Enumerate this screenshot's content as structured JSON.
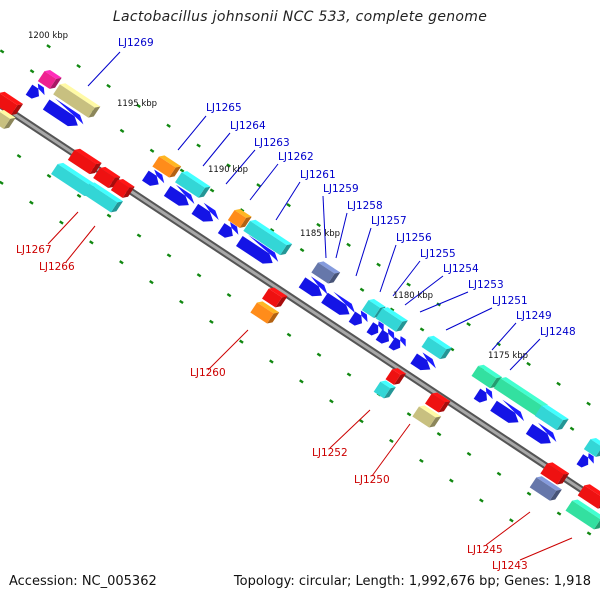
{
  "title": "Lactobacillus johnsonii NCC 533, complete genome",
  "footer": {
    "accession": "Accession: NC_005362",
    "summary": "Topology: circular; Length: 1,992,676 bp; Genes: 1,918"
  },
  "ticks": [
    "1200 kbp",
    "1195 kbp",
    "1190 kbp",
    "1185 kbp",
    "1180 kbp",
    "1175 kbp"
  ],
  "labels_upper": [
    "LJ1269",
    "LJ1265",
    "LJ1264",
    "LJ1263",
    "LJ1262",
    "LJ1261",
    "LJ1259",
    "LJ1258",
    "LJ1257",
    "LJ1256",
    "LJ1255",
    "LJ1254",
    "LJ1253",
    "LJ1251",
    "LJ1249",
    "LJ1248"
  ],
  "labels_lower": [
    "LJ1267",
    "LJ1266",
    "LJ1260",
    "LJ1252",
    "LJ1250",
    "LJ1245",
    "LJ1243"
  ],
  "colors": {
    "backbone": "#777777",
    "blue": "#1414e6",
    "cyan": "#33d6d6",
    "red": "#ee1111",
    "orange": "#ff8c1a",
    "olive": "#c8c080",
    "green": "#33e0a0",
    "magenta": "#ee2290",
    "purple": "#6677aa",
    "upper_label": "#0000cc",
    "lower_label": "#cc0000",
    "tick": "#118811"
  }
}
